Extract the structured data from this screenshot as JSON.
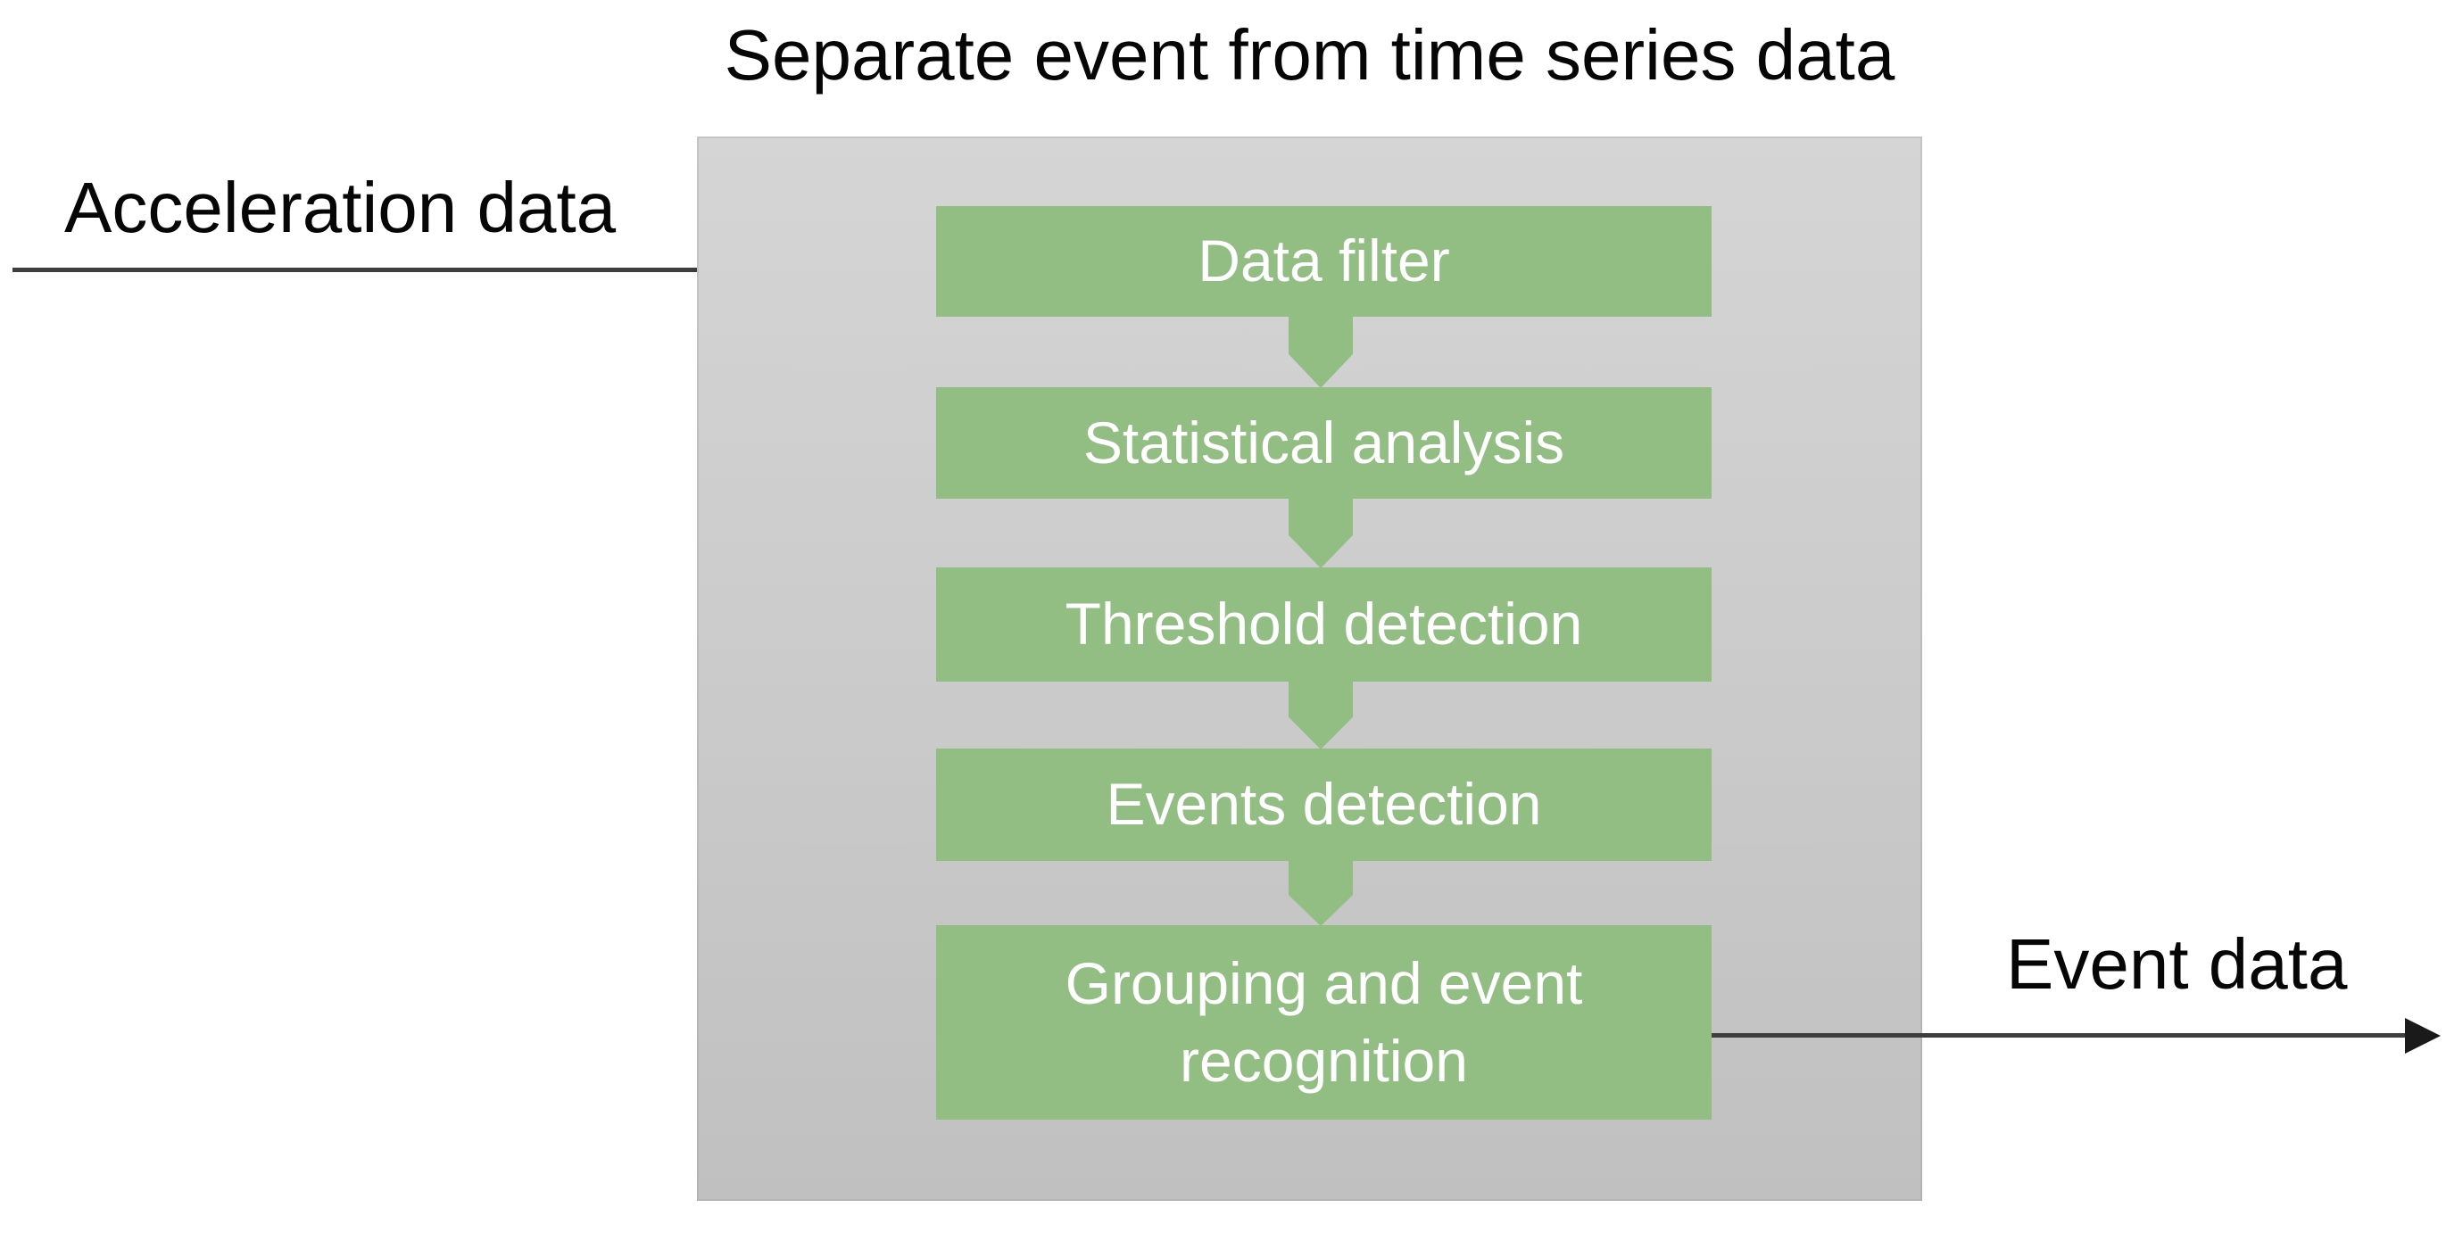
{
  "title": "Separate event from time series data",
  "annotations": {
    "input_label": "Acceleration data",
    "output_label": "Event data"
  },
  "diagram": {
    "type": "flowchart",
    "direction": "top-to-bottom",
    "steps": [
      {
        "label": "Data filter"
      },
      {
        "label": "Statistical analysis"
      },
      {
        "label": "Threshold detection"
      },
      {
        "label": "Events detection"
      },
      {
        "label": "Grouping and event recognition"
      }
    ]
  },
  "colors": {
    "step_box_green": "#92BE84",
    "panel_gray_top": "#D5D5D5",
    "panel_gray_bottom": "#C0C0C0",
    "arrow_line": "#3E3E3E",
    "arrowhead": "#1A1A1A",
    "step_text": "#FFFFFF",
    "label_text": "#060606",
    "background": "#FFFFFF"
  }
}
